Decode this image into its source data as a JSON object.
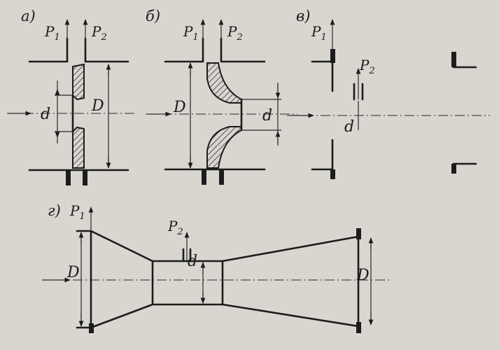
{
  "labels": {
    "a": "а)",
    "b": "б)",
    "v": "в)",
    "g": "г)",
    "p": "P",
    "sub1": "1",
    "sub2": "2",
    "d": "d",
    "D": "D"
  }
}
